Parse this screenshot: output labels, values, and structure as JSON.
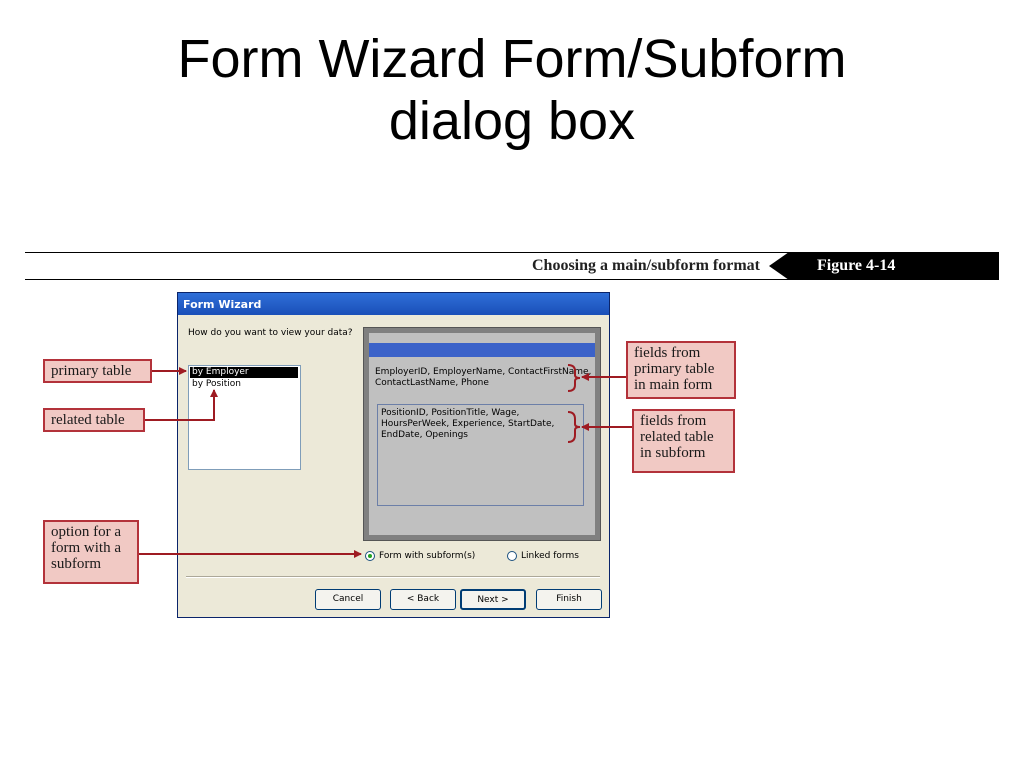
{
  "slide": {
    "title_line1": "Form Wizard Form/Subform",
    "title_line2": "dialog box"
  },
  "figure": {
    "caption": "Choosing a main/subform format",
    "tag": "Figure 4-14"
  },
  "wizard": {
    "title": "Form Wizard",
    "question": "How do you want to view your data?",
    "view_options": [
      "by Employer",
      "by Position"
    ],
    "selected_view": "by Employer",
    "main_fields": "EmployerID, EmployerName, ContactFirstName, ContactLastName, Phone",
    "sub_fields": "PositionID, PositionTitle, Wage, HoursPerWeek, Experience, StartDate, EndDate, Openings",
    "option_subform": "Form with subform(s)",
    "option_linked": "Linked forms",
    "selected_option": "Form with subform(s)",
    "buttons": {
      "cancel": "Cancel",
      "back": "< Back",
      "next": "Next >",
      "finish": "Finish"
    }
  },
  "callouts": {
    "primary_table": "primary table",
    "related_table": "related table",
    "option_for_subform": "option for a form with a subform",
    "fields_main": "fields from primary table in main form",
    "fields_sub": "fields from related table in subform"
  },
  "colors": {
    "callout_fill": "#f1c9c4",
    "callout_border": "#b3323a",
    "arrow": "#9e1b22",
    "titlebar": "#2f6fd8"
  }
}
